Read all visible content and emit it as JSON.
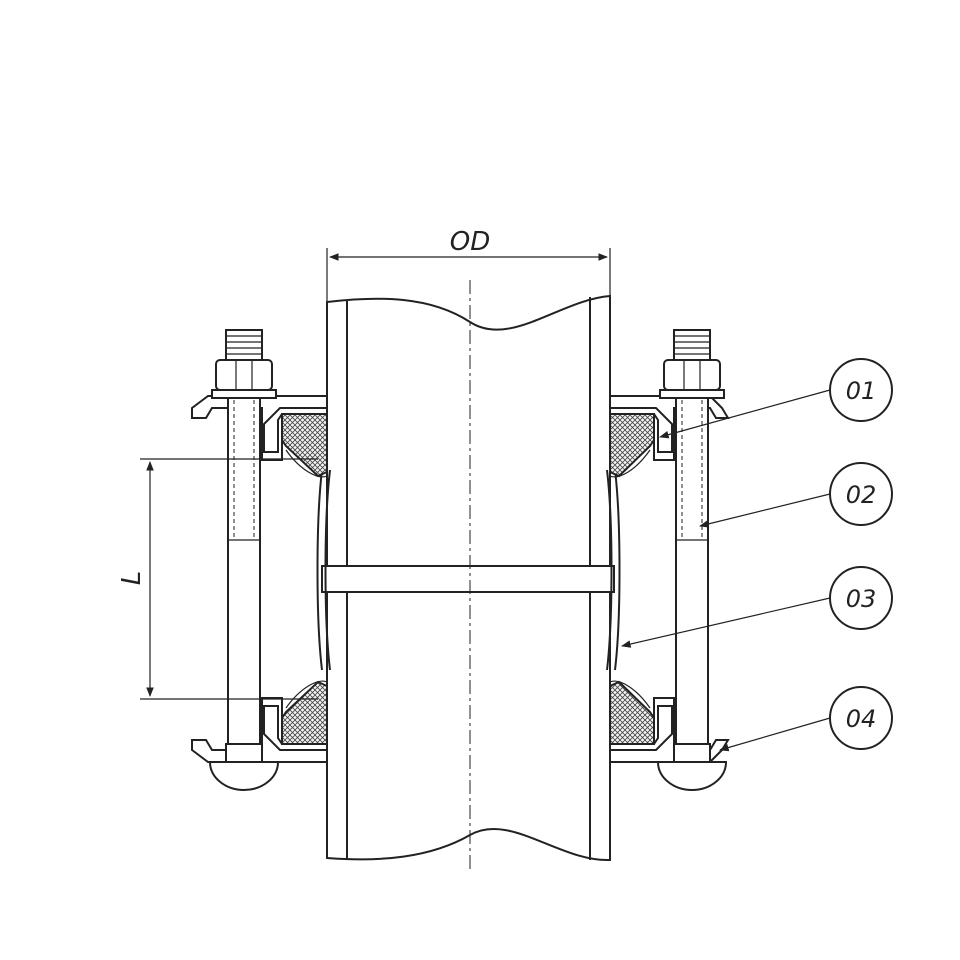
{
  "drawing": {
    "dimensions": {
      "od": "OD",
      "length": "L"
    },
    "callouts": [
      {
        "label": "01"
      },
      {
        "label": "02"
      },
      {
        "label": "03"
      },
      {
        "label": "04"
      }
    ]
  }
}
